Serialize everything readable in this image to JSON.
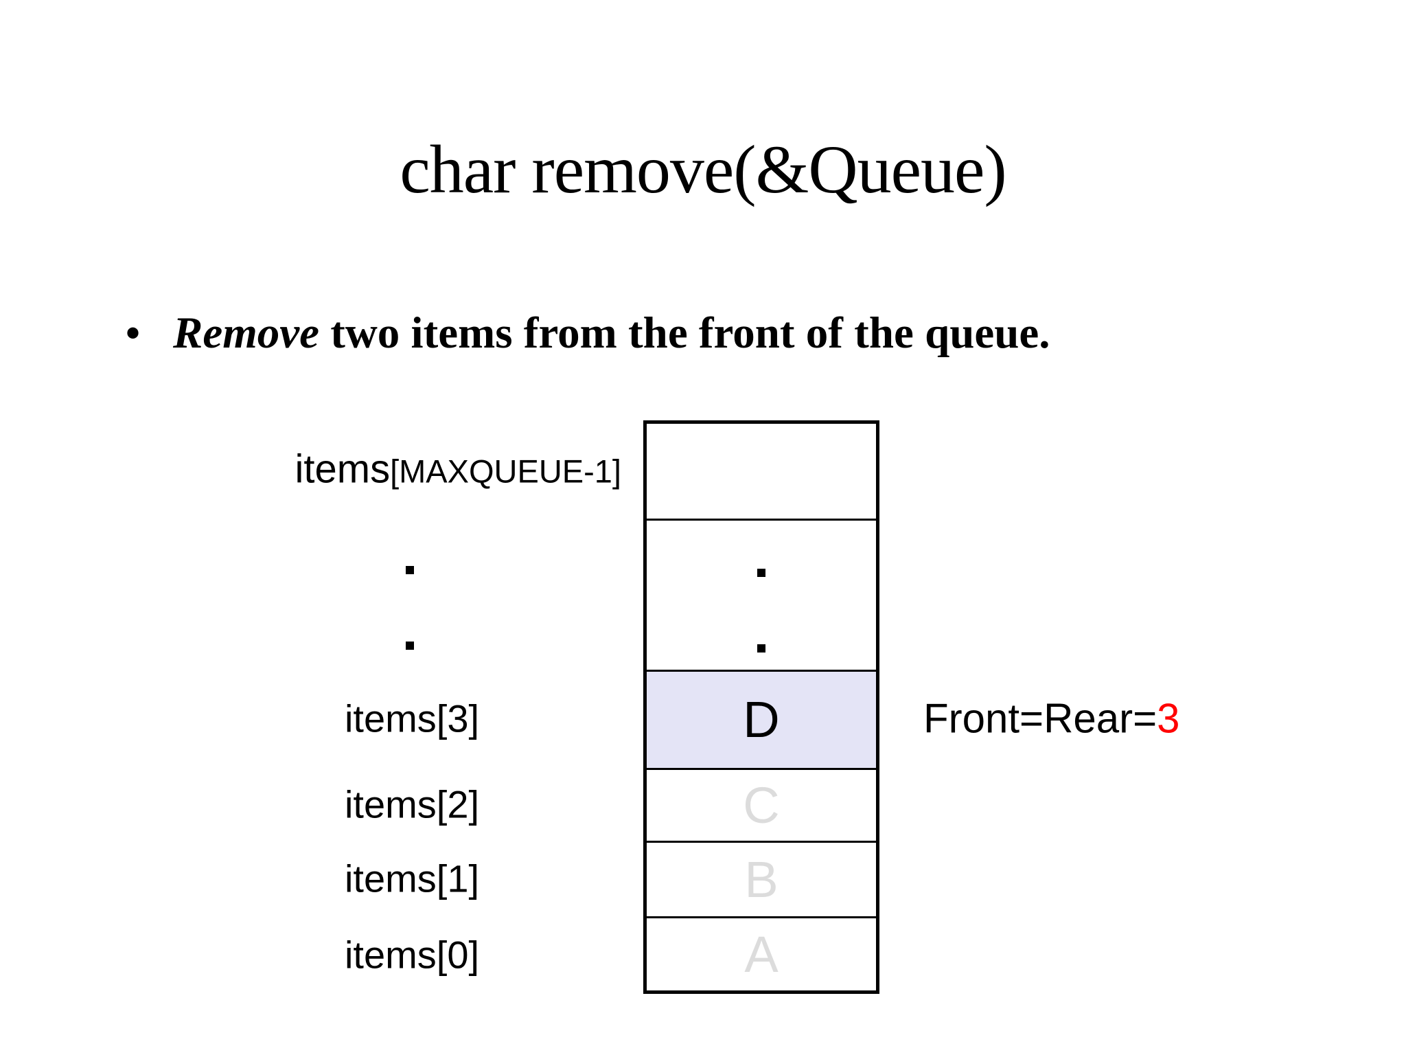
{
  "slide": {
    "title": "char remove(&Queue)",
    "bullet": {
      "marker": "•",
      "emphasis": "Remove",
      "rest": " two items from the front of the queue."
    },
    "diagram": {
      "array_label_prefix": "items",
      "array_label_index": "[MAXQUEUE-1]",
      "row_labels": [
        "items[3]",
        "items[2]",
        "items[1]",
        "items[0]"
      ],
      "cells": [
        {
          "name": "empty",
          "value": ""
        },
        {
          "name": "ellipsis",
          "value": ""
        },
        {
          "name": "index-3",
          "value": "D",
          "highlighted": true
        },
        {
          "name": "index-2",
          "value": "C",
          "removed": true
        },
        {
          "name": "index-1",
          "value": "B",
          "removed": true
        },
        {
          "name": "index-0",
          "value": "A",
          "removed": true
        }
      ],
      "pointer_label": "Front=Rear=",
      "pointer_value": "3"
    },
    "colors": {
      "highlight_bg": "#E4E4F6",
      "removed_letter": "#DCDCDC",
      "pointer_value_color": "#FF0000",
      "text_color": "#000000"
    }
  }
}
